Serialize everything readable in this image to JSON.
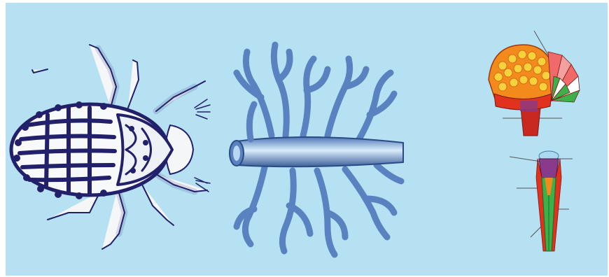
{
  "figure": {
    "background_color": "#b6e1f3",
    "panels": [
      {
        "name": "insect-larva-illustration",
        "icon": "beetle-larva-icon"
      },
      {
        "name": "tracheal-tube-illustration",
        "icon": "branching-tube-icon"
      },
      {
        "name": "compound-eye-illustration",
        "icon": "compound-eye-icon"
      },
      {
        "name": "ommatidium-illustration",
        "icon": "ommatidium-icon"
      }
    ],
    "colors": {
      "outline": "#22206a",
      "tube": "#7ea6d6",
      "tube_light": "#d9ecfb",
      "eye_orange": "#f28a1c",
      "eye_red": "#e0321c",
      "eye_yellow": "#f7d23a",
      "green": "#3db04a",
      "purple": "#8a3a8a"
    }
  }
}
